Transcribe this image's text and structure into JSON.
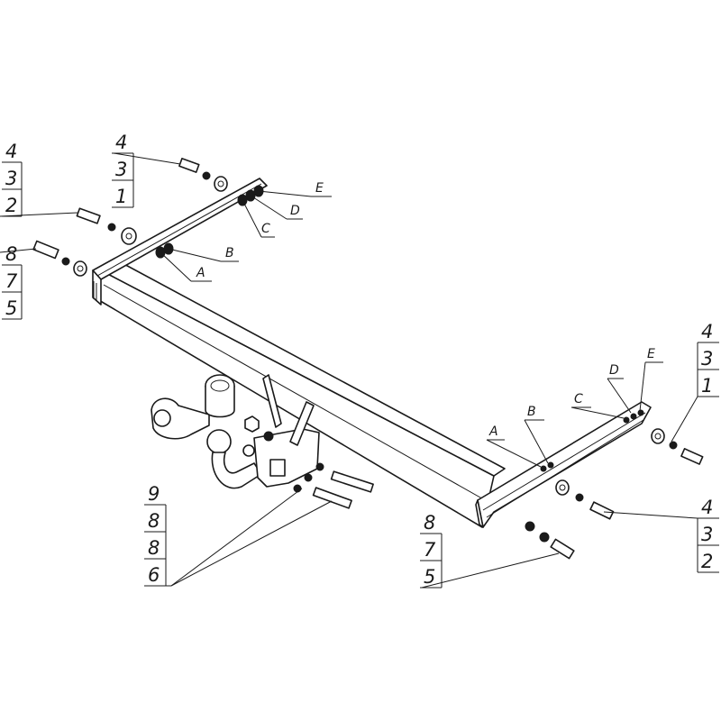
{
  "callouts": {
    "left_top": [
      "4",
      "3",
      "2"
    ],
    "left_mid": [
      "8",
      "7",
      "5"
    ],
    "top_center": [
      "4",
      "3",
      "1"
    ],
    "right_top": [
      "4",
      "3",
      "1"
    ],
    "right_mid": [
      "4",
      "3",
      "2"
    ],
    "bottom_left": [
      "9",
      "8",
      "8",
      "6"
    ],
    "bottom_center": [
      "8",
      "7",
      "5"
    ]
  },
  "hole_labels": {
    "left": [
      "A",
      "B",
      "C",
      "D",
      "E"
    ],
    "right": [
      "A",
      "B",
      "C",
      "D",
      "E"
    ]
  }
}
